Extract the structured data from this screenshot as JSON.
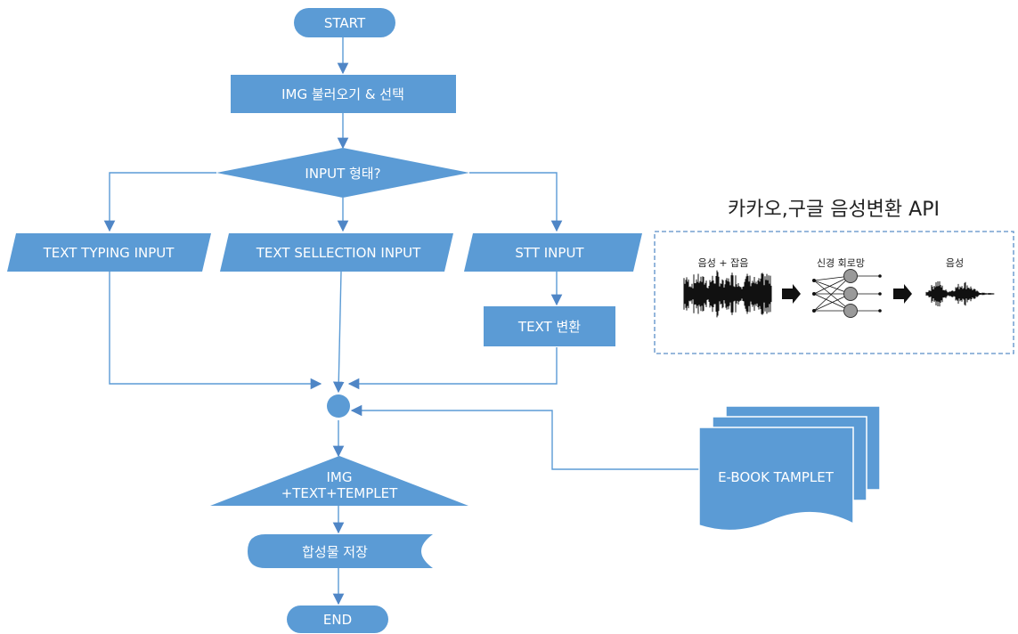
{
  "nodes": {
    "start": "START",
    "load_image": "IMG 불러오기 & 선택",
    "decision": "INPUT 형태?",
    "text_typing": "TEXT TYPING INPUT",
    "text_selection": "TEXT SELLECTION INPUT",
    "stt_input": "STT INPUT",
    "text_convert": "TEXT 변환",
    "combine_line1": "IMG",
    "combine_line2": "+TEXT+TEMPLET",
    "save": "합성물  저장",
    "end": "END",
    "ebook_template": "E-BOOK TAMPLET"
  },
  "api_panel": {
    "title": "카카오,구글 음성변환 API",
    "label_noisy": "음성 + 잡음",
    "label_network": "신경 회로망",
    "label_clean": "음성"
  },
  "colors": {
    "node_fill": "#5b9bd5",
    "connector": "#5b9bd5",
    "panel_border": "#5b8ec8",
    "waveform": "#111111",
    "neuron": "#9a9a9a"
  }
}
